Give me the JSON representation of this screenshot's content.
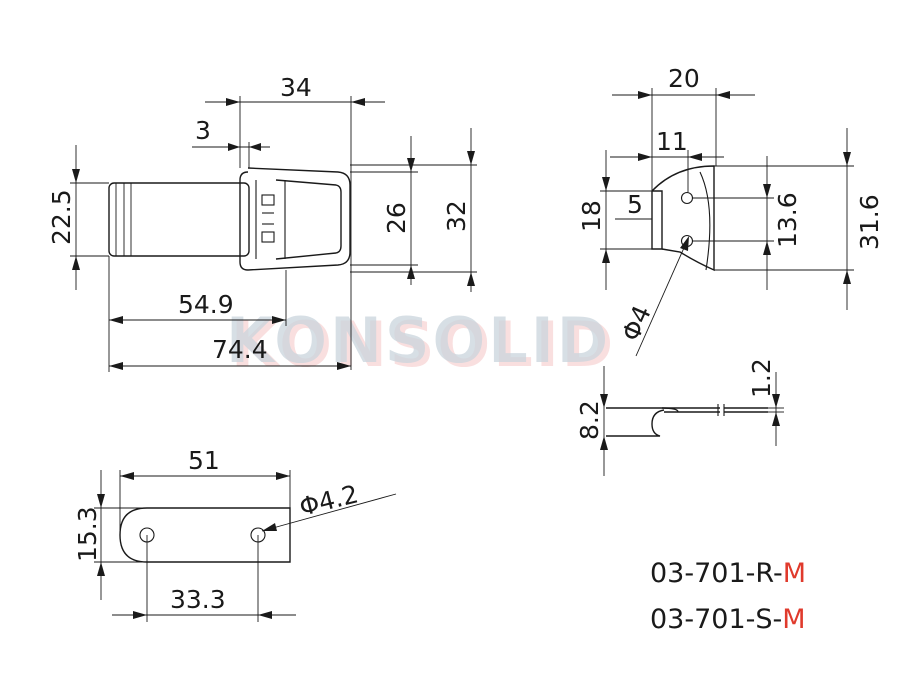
{
  "watermark": "KONSOLID",
  "colors": {
    "line": "#1a1a1a",
    "accent": "#e03a2c",
    "watermark": "#c9d4dc"
  },
  "dimensions": {
    "top_34": "34",
    "top_3": "3",
    "left_22_5": "22.5",
    "mid_26": "26",
    "mid_32": "32",
    "len_54_9": "54.9",
    "len_74_4": "74.4",
    "side_20": "20",
    "side_11": "11",
    "side_18": "18",
    "side_5": "5",
    "side_13_6": "13.6",
    "side_31_6": "31.6",
    "hole_phi4": "Φ4",
    "thick_1_2": "1.2",
    "height_8_2": "8.2",
    "plate_51": "51",
    "plate_15_3": "15.3",
    "plate_33_3": "33.3",
    "hole_phi4_2": "Φ4.2"
  },
  "part_numbers": [
    {
      "base": "03-701-R-",
      "suffix": "M"
    },
    {
      "base": "03-701-S-",
      "suffix": "M"
    }
  ]
}
